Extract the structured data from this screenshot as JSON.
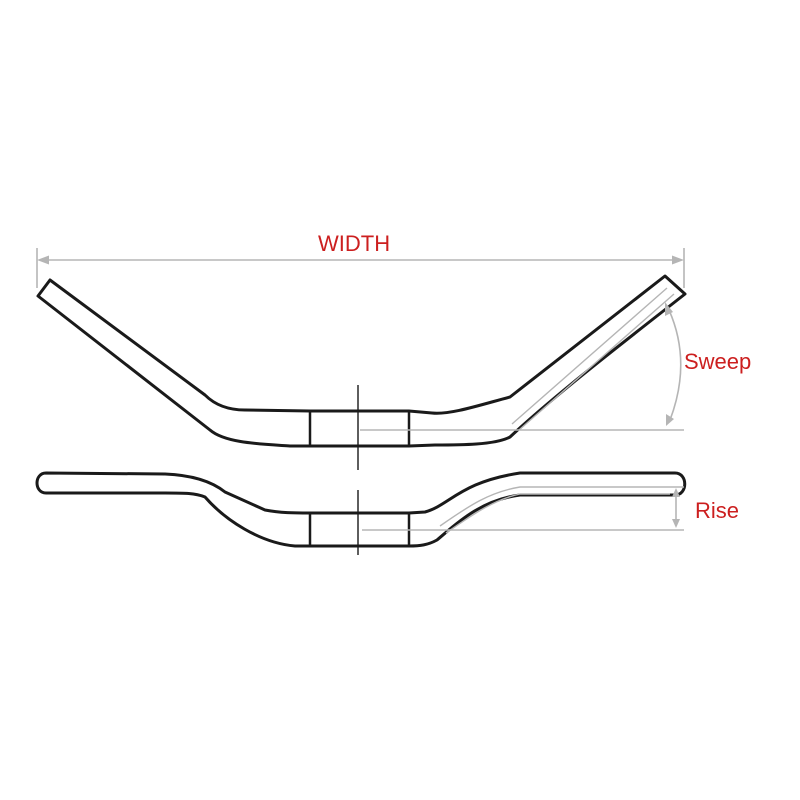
{
  "labels": {
    "width": "WIDTH",
    "sweep": "Sweep",
    "rise": "Rise"
  },
  "colors": {
    "label": "#cc1f1f",
    "outline": "#1a1a1a",
    "dimension": "#b5b5b5",
    "background": "#ffffff"
  }
}
